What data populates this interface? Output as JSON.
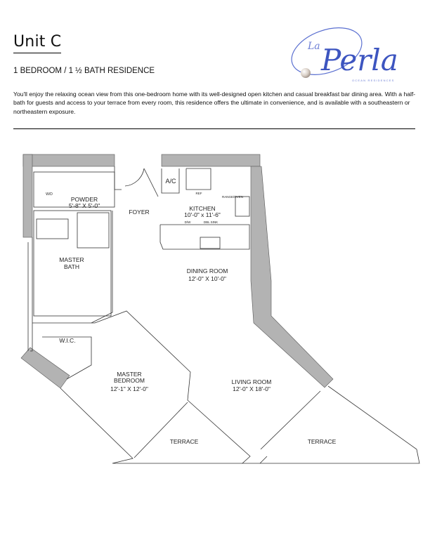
{
  "header": {
    "title": "Unit C",
    "subtitle": "1 BEDROOM / 1 ½ BATH RESIDENCE",
    "description": "You'll enjoy the relaxing ocean view from this one-bedroom home with its well-designed open kitchen and casual breakfast bar dining area. With a half-bath for guests and access to your terrace from every room, this residence offers the ultimate in convenience, and is available with a southeastern or northeastern exposure."
  },
  "logo": {
    "line1": "La",
    "line2": "Perla",
    "tagline": "OCEAN RESIDENCES",
    "color": "#3d55c0"
  },
  "floorplan": {
    "wall_color": "#b3b3b3",
    "labels": {
      "wd": "W/D",
      "powder": "POWDER",
      "powder_dim": "5'-8\" X 5'-0\"",
      "ac": "A/C",
      "ref": "REF",
      "range": "RANGE/OVEN",
      "kitchen": "KITCHEN",
      "kitchen_dim": "10'-0\" x 11'-6\"",
      "dw": "D/W",
      "sink": "DBL SINK",
      "foyer": "FOYER",
      "master_bath_1": "MASTER",
      "master_bath_2": "BATH",
      "dining": "DINING ROOM",
      "dining_dim": "12'-0\" X 10'-0\"",
      "wic": "W.I.C.",
      "bedroom_1": "MASTER",
      "bedroom_2": "BEDROOM",
      "bedroom_dim": "12'-1\" X 12'-0\"",
      "living": "LIVING ROOM",
      "living_dim": "12'-0\" X 18'-0\"",
      "terrace_left": "TERRACE",
      "terrace_right": "TERRACE"
    }
  }
}
